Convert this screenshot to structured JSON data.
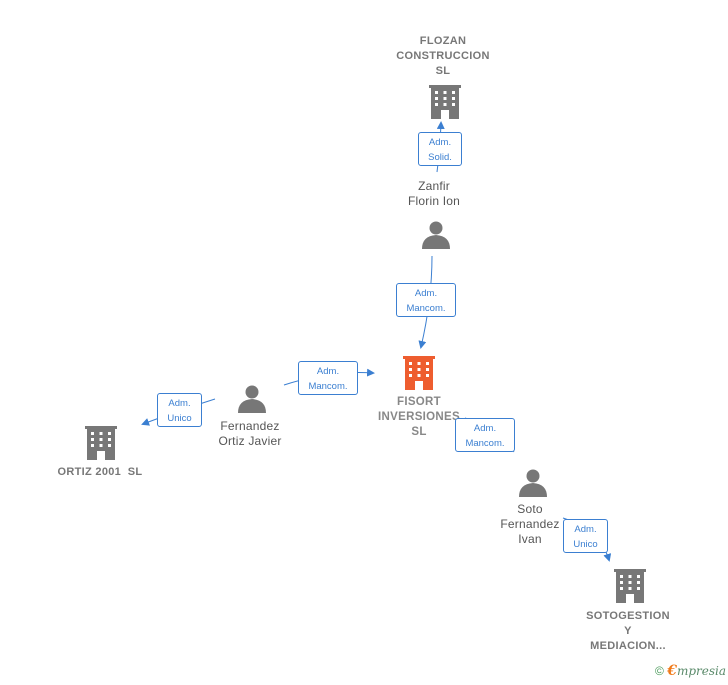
{
  "colors": {
    "edge": "#3b7fd1",
    "company": "#777777",
    "main_company": "#ee5d2f",
    "person": "#777777"
  },
  "nodes": {
    "flozan": {
      "label": "FLOZAN CONSTRUCCION SL",
      "lines": [
        "FLOZAN",
        "CONSTRUCCION",
        "SL"
      ],
      "icon": "building-icon"
    },
    "zanfir": {
      "lines": [
        "Zanfir",
        "Florin Ion"
      ],
      "icon": "person-icon"
    },
    "fisort": {
      "lines": [
        "FISORT",
        "INVERSIONES",
        "SL"
      ],
      "icon": "building-icon"
    },
    "fernandez": {
      "lines": [
        "Fernandez",
        "Ortiz Javier"
      ],
      "icon": "person-icon"
    },
    "ortiz2001": {
      "lines": [
        "ORTIZ 2001  SL"
      ],
      "icon": "building-icon"
    },
    "soto": {
      "lines": [
        "Soto",
        "Fernandez",
        "Ivan"
      ],
      "icon": "person-icon"
    },
    "sotogestion": {
      "lines": [
        "SOTOGESTION",
        "Y",
        "MEDIACION..."
      ],
      "icon": "building-icon"
    }
  },
  "relations": [
    {
      "id": "zanfir-flozan",
      "lines": [
        "Adm.",
        "Solid."
      ]
    },
    {
      "id": "zanfir-fisort",
      "lines": [
        "Adm.",
        "Mancom."
      ]
    },
    {
      "id": "fernandez-fisort",
      "lines": [
        "Adm.",
        "Mancom."
      ]
    },
    {
      "id": "fernandez-ortiz",
      "lines": [
        "Adm.",
        "Unico"
      ]
    },
    {
      "id": "soto-fisort",
      "lines": [
        "Adm.",
        "Mancom."
      ]
    },
    {
      "id": "soto-sotogestion",
      "lines": [
        "Adm.",
        "Unico"
      ]
    }
  ],
  "footer": {
    "copyright": "©",
    "brand_first": "€",
    "brand_rest": "mpresia"
  }
}
